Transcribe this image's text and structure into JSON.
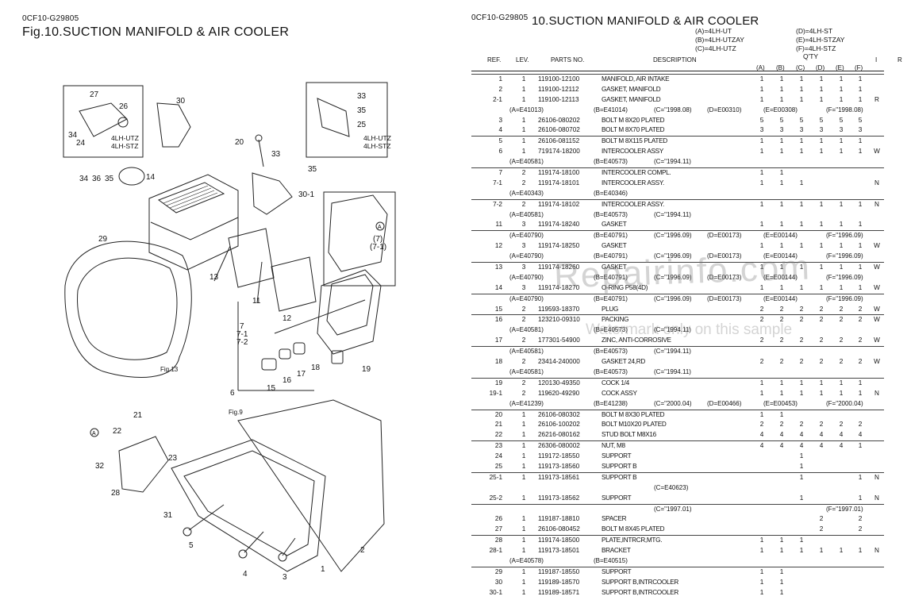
{
  "left_page": {
    "code": "0CF10-G29805",
    "title": "Fig.10.SUCTION MANIFOLD & AIR COOLER",
    "callouts": [
      "27",
      "26",
      "30",
      "33",
      "35",
      "25",
      "34",
      "24",
      "4LH-UTZ",
      "4LH-STZ",
      "20",
      "33",
      "35",
      "30-1",
      "14",
      "34",
      "36",
      "35",
      "29",
      "13",
      "11",
      "12",
      "7",
      "7-1",
      "7-2",
      "6",
      "15",
      "16",
      "17",
      "18",
      "19",
      "(7)",
      "(7-1)",
      "Fig.13",
      "Fig.9",
      "21",
      "22",
      "23",
      "32",
      "28",
      "31",
      "5",
      "4",
      "3",
      "1",
      "2",
      "A",
      "A"
    ]
  },
  "right_page": {
    "code": "0CF10-G29805",
    "title": "10.SUCTION MANIFOLD & AIR COOLER",
    "variants_left": [
      "(A)=4LH-UT",
      "(B)=4LH-UTZAY",
      "(C)=4LH-UTZ"
    ],
    "variants_right": [
      "(D)=4LH-ST",
      "(E)=4LH-STZAY",
      "(F)=4LH-STZ"
    ],
    "qty_label": "Q'TY",
    "headers": {
      "ref": "REF.",
      "lev": "LEV.",
      "part": "PARTS NO.",
      "desc": "DESCRIPTION",
      "i": "I",
      "r": "R",
      "a": "(A)",
      "b": "(B)",
      "c": "(C)",
      "d": "(D)",
      "e": "(E)",
      "f": "(F)"
    },
    "rows": [
      {
        "ref": "1",
        "lev": "1",
        "part": "119100-12100",
        "desc": "MANIFOLD, AIR INTAKE",
        "q": [
          "1",
          "1",
          "1",
          "1",
          "1",
          "1"
        ],
        "i": "",
        "sep": true
      },
      {
        "ref": "2",
        "lev": "1",
        "part": "119100-12112",
        "desc": "GASKET, MANIFOLD",
        "q": [
          "1",
          "1",
          "1",
          "1",
          "1",
          "1"
        ],
        "i": ""
      },
      {
        "ref": "2-1",
        "lev": "1",
        "part": "119100-12113",
        "desc": "GASKET, MANIFOLD",
        "q": [
          "1",
          "1",
          "1",
          "1",
          "1",
          "1"
        ],
        "i": "R"
      },
      {
        "serial": [
          "(A=E41013)",
          "(B=E41014)",
          "(C=\"1998.08)",
          "(D=E00310)",
          "(E=E00308)",
          "(F=\"1998.08)"
        ]
      },
      {
        "ref": "3",
        "lev": "1",
        "part": "26106-080202",
        "desc": "BOLT M 8X20 PLATED",
        "q": [
          "5",
          "5",
          "5",
          "5",
          "5",
          "5"
        ],
        "i": ""
      },
      {
        "ref": "4",
        "lev": "1",
        "part": "26106-080702",
        "desc": "BOLT M 8X70 PLATED",
        "q": [
          "3",
          "3",
          "3",
          "3",
          "3",
          "3"
        ],
        "i": ""
      },
      {
        "ref": "5",
        "lev": "1",
        "part": "26106-081152",
        "desc": "BOLT M 8X115 PLATED",
        "q": [
          "1",
          "1",
          "1",
          "1",
          "1",
          "1"
        ],
        "i": "",
        "sep": true
      },
      {
        "ref": "6",
        "lev": "1",
        "part": "719174-18200",
        "desc": "INTERCOOLER ASSY",
        "q": [
          "1",
          "1",
          "1",
          "1",
          "1",
          "1"
        ],
        "i": "W"
      },
      {
        "serial": [
          "(A=E40581)",
          "(B=E40573)",
          "(C=\"1994.11)",
          "",
          "",
          ""
        ]
      },
      {
        "ref": "7",
        "lev": "2",
        "part": "119174-18100",
        "desc": "INTERCOOLER COMPL.",
        "q": [
          "1",
          "1",
          "",
          "",
          "",
          ""
        ],
        "i": "",
        "sep": true
      },
      {
        "ref": "7-1",
        "lev": "2",
        "part": "119174-18101",
        "desc": "INTERCOOLER ASSY.",
        "q": [
          "1",
          "1",
          "1",
          "",
          "",
          ""
        ],
        "i": "N"
      },
      {
        "serial": [
          "(A=E40343)",
          "(B=E40346)",
          "",
          "",
          "",
          ""
        ]
      },
      {
        "ref": "7-2",
        "lev": "2",
        "part": "119174-18102",
        "desc": "INTERCOOLER ASSY.",
        "q": [
          "1",
          "1",
          "1",
          "1",
          "1",
          "1"
        ],
        "i": "N",
        "sep": true
      },
      {
        "serial": [
          "(A=E40581)",
          "(B=E40573)",
          "(C=\"1994.11)",
          "",
          "",
          ""
        ]
      },
      {
        "ref": "11",
        "lev": "3",
        "part": "119174-18240",
        "desc": "GASKET",
        "q": [
          "1",
          "1",
          "1",
          "1",
          "1",
          "1"
        ],
        "i": ""
      },
      {
        "serial": [
          "(A=E40790)",
          "(B=E40791)",
          "(C=\"1996.09)",
          "(D=E00173)",
          "(E=E00144)",
          "(F=\"1996.09)"
        ],
        "sep": true
      },
      {
        "ref": "12",
        "lev": "3",
        "part": "119174-18250",
        "desc": "GASKET",
        "q": [
          "1",
          "1",
          "1",
          "1",
          "1",
          "1"
        ],
        "i": "W"
      },
      {
        "serial": [
          "(A=E40790)",
          "(B=E40791)",
          "(C=\"1996.09)",
          "(D=E00173)",
          "(E=E00144)",
          "(F=\"1996.09)"
        ]
      },
      {
        "ref": "13",
        "lev": "3",
        "part": "119174-18260",
        "desc": "GASKET",
        "q": [
          "1",
          "1",
          "1",
          "1",
          "1",
          "1"
        ],
        "i": "W",
        "sep": true
      },
      {
        "serial": [
          "(A=E40790)",
          "(B=E40791)",
          "(C=\"1996.09)",
          "(D=E00173)",
          "(E=E00144)",
          "(F=\"1996.09)"
        ]
      },
      {
        "ref": "14",
        "lev": "3",
        "part": "119174-18270",
        "desc": "O-RING P58(4D)",
        "q": [
          "1",
          "1",
          "1",
          "1",
          "1",
          "1"
        ],
        "i": "W"
      },
      {
        "serial": [
          "(A=E40790)",
          "(B=E40791)",
          "(C=\"1996.09)",
          "(D=E00173)",
          "(E=E00144)",
          "(F=\"1996.09)"
        ],
        "sep": true
      },
      {
        "ref": "15",
        "lev": "2",
        "part": "119593-18370",
        "desc": "PLUG",
        "q": [
          "2",
          "2",
          "2",
          "2",
          "2",
          "2"
        ],
        "i": "W"
      },
      {
        "ref": "16",
        "lev": "2",
        "part": "123210-09310",
        "desc": "PACKING",
        "q": [
          "2",
          "2",
          "2",
          "2",
          "2",
          "2"
        ],
        "i": "W",
        "sep": true
      },
      {
        "serial": [
          "(A=E40581)",
          "(B=E40573)",
          "(C=\"1994.11)",
          "",
          "",
          ""
        ]
      },
      {
        "ref": "17",
        "lev": "2",
        "part": "177301-54900",
        "desc": "ZINC, ANTI-CORROSIVE",
        "q": [
          "2",
          "2",
          "2",
          "2",
          "2",
          "2"
        ],
        "i": "W"
      },
      {
        "serial": [
          "(A=E40581)",
          "(B=E40573)",
          "(C=\"1994.11)",
          "",
          "",
          ""
        ],
        "sep": true
      },
      {
        "ref": "18",
        "lev": "2",
        "part": "23414-240000",
        "desc": "GASKET 24,RD",
        "q": [
          "2",
          "2",
          "2",
          "2",
          "2",
          "2"
        ],
        "i": "W"
      },
      {
        "serial": [
          "(A=E40581)",
          "(B=E40573)",
          "(C=\"1994.11)",
          "",
          "",
          ""
        ]
      },
      {
        "ref": "19",
        "lev": "2",
        "part": "120130-49350",
        "desc": "COCK 1/4",
        "q": [
          "1",
          "1",
          "1",
          "1",
          "1",
          "1"
        ],
        "i": "",
        "sep": true
      },
      {
        "ref": "19-1",
        "lev": "2",
        "part": "119620-49290",
        "desc": "COCK ASSY",
        "q": [
          "1",
          "1",
          "1",
          "1",
          "1",
          "1"
        ],
        "i": "N"
      },
      {
        "serial": [
          "(A=E41239)",
          "(B=E41238)",
          "(C=\"2000.04)",
          "(D=E00466)",
          "(E=E00453)",
          "(F=\"2000.04)"
        ]
      },
      {
        "ref": "20",
        "lev": "1",
        "part": "26106-080302",
        "desc": "BOLT M 8X30 PLATED",
        "q": [
          "1",
          "1",
          "",
          "",
          "",
          ""
        ],
        "i": "",
        "sep": true
      },
      {
        "ref": "21",
        "lev": "1",
        "part": "26106-100202",
        "desc": "BOLT M10X20 PLATED",
        "q": [
          "2",
          "2",
          "2",
          "2",
          "2",
          "2"
        ],
        "i": ""
      },
      {
        "ref": "22",
        "lev": "1",
        "part": "26216-080162",
        "desc": "STUD BOLT M8X16",
        "q": [
          "4",
          "4",
          "4",
          "4",
          "4",
          "4"
        ],
        "i": ""
      },
      {
        "ref": "23",
        "lev": "1",
        "part": "26306-080002",
        "desc": "NUT, M8",
        "q": [
          "4",
          "4",
          "4",
          "4",
          "4",
          "1"
        ],
        "i": "",
        "sep": true
      },
      {
        "ref": "24",
        "lev": "1",
        "part": "119172-18550",
        "desc": "SUPPORT",
        "q": [
          "",
          "",
          "1",
          "",
          "",
          ""
        ],
        "i": ""
      },
      {
        "ref": "25",
        "lev": "1",
        "part": "119173-18560",
        "desc": "SUPPORT B",
        "q": [
          "",
          "",
          "1",
          "",
          "",
          ""
        ],
        "i": ""
      },
      {
        "ref": "25-1",
        "lev": "1",
        "part": "119173-18561",
        "desc": "SUPPORT B",
        "q": [
          "",
          "",
          "1",
          "",
          "",
          "1"
        ],
        "i": "N",
        "sep": true
      },
      {
        "serial": [
          "",
          "",
          "(C=E40623)",
          "",
          "",
          ""
        ]
      },
      {
        "ref": "25-2",
        "lev": "1",
        "part": "119173-18562",
        "desc": "SUPPORT",
        "q": [
          "",
          "",
          "1",
          "",
          "",
          "1"
        ],
        "i": "N"
      },
      {
        "serial": [
          "",
          "",
          "(C=\"1997.01)",
          "",
          "",
          "(F=\"1997.01)"
        ],
        "sep": true
      },
      {
        "ref": "26",
        "lev": "1",
        "part": "119187-18810",
        "desc": "SPACER",
        "q": [
          "",
          "",
          "",
          "2",
          "",
          "2"
        ],
        "i": ""
      },
      {
        "ref": "27",
        "lev": "1",
        "part": "26106-080452",
        "desc": "BOLT M 8X45 PLATED",
        "q": [
          "",
          "",
          "",
          "2",
          "",
          "2"
        ],
        "i": ""
      },
      {
        "ref": "28",
        "lev": "1",
        "part": "119174-18500",
        "desc": "PLATE,INTRCR,MTG.",
        "q": [
          "1",
          "1",
          "1",
          "",
          "",
          ""
        ],
        "i": "",
        "sep": true
      },
      {
        "ref": "28-1",
        "lev": "1",
        "part": "119173-18501",
        "desc": "BRACKET",
        "q": [
          "1",
          "1",
          "1",
          "1",
          "1",
          "1"
        ],
        "i": "N"
      },
      {
        "serial": [
          "(A=E40578)",
          "(B=E40515)",
          "",
          "",
          "",
          ""
        ]
      },
      {
        "ref": "29",
        "lev": "1",
        "part": "119187-18550",
        "desc": "SUPPORT",
        "q": [
          "1",
          "1",
          "",
          "",
          "",
          ""
        ],
        "i": "",
        "sep": true
      },
      {
        "ref": "30",
        "lev": "1",
        "part": "119189-18570",
        "desc": "SUPPORT B,INTRCOOLER",
        "q": [
          "1",
          "1",
          "",
          "",
          "",
          ""
        ],
        "i": ""
      },
      {
        "ref": "30-1",
        "lev": "1",
        "part": "119189-18571",
        "desc": "SUPPORT B,INTRCOOLER",
        "q": [
          "1",
          "1",
          "",
          "",
          "",
          ""
        ],
        "i": ""
      }
    ]
  },
  "watermark": {
    "main": "Repairinfo.com",
    "sub": "Watermark only on this sample"
  },
  "colors": {
    "ink": "#111111",
    "watermark": "#8a8a8a"
  }
}
